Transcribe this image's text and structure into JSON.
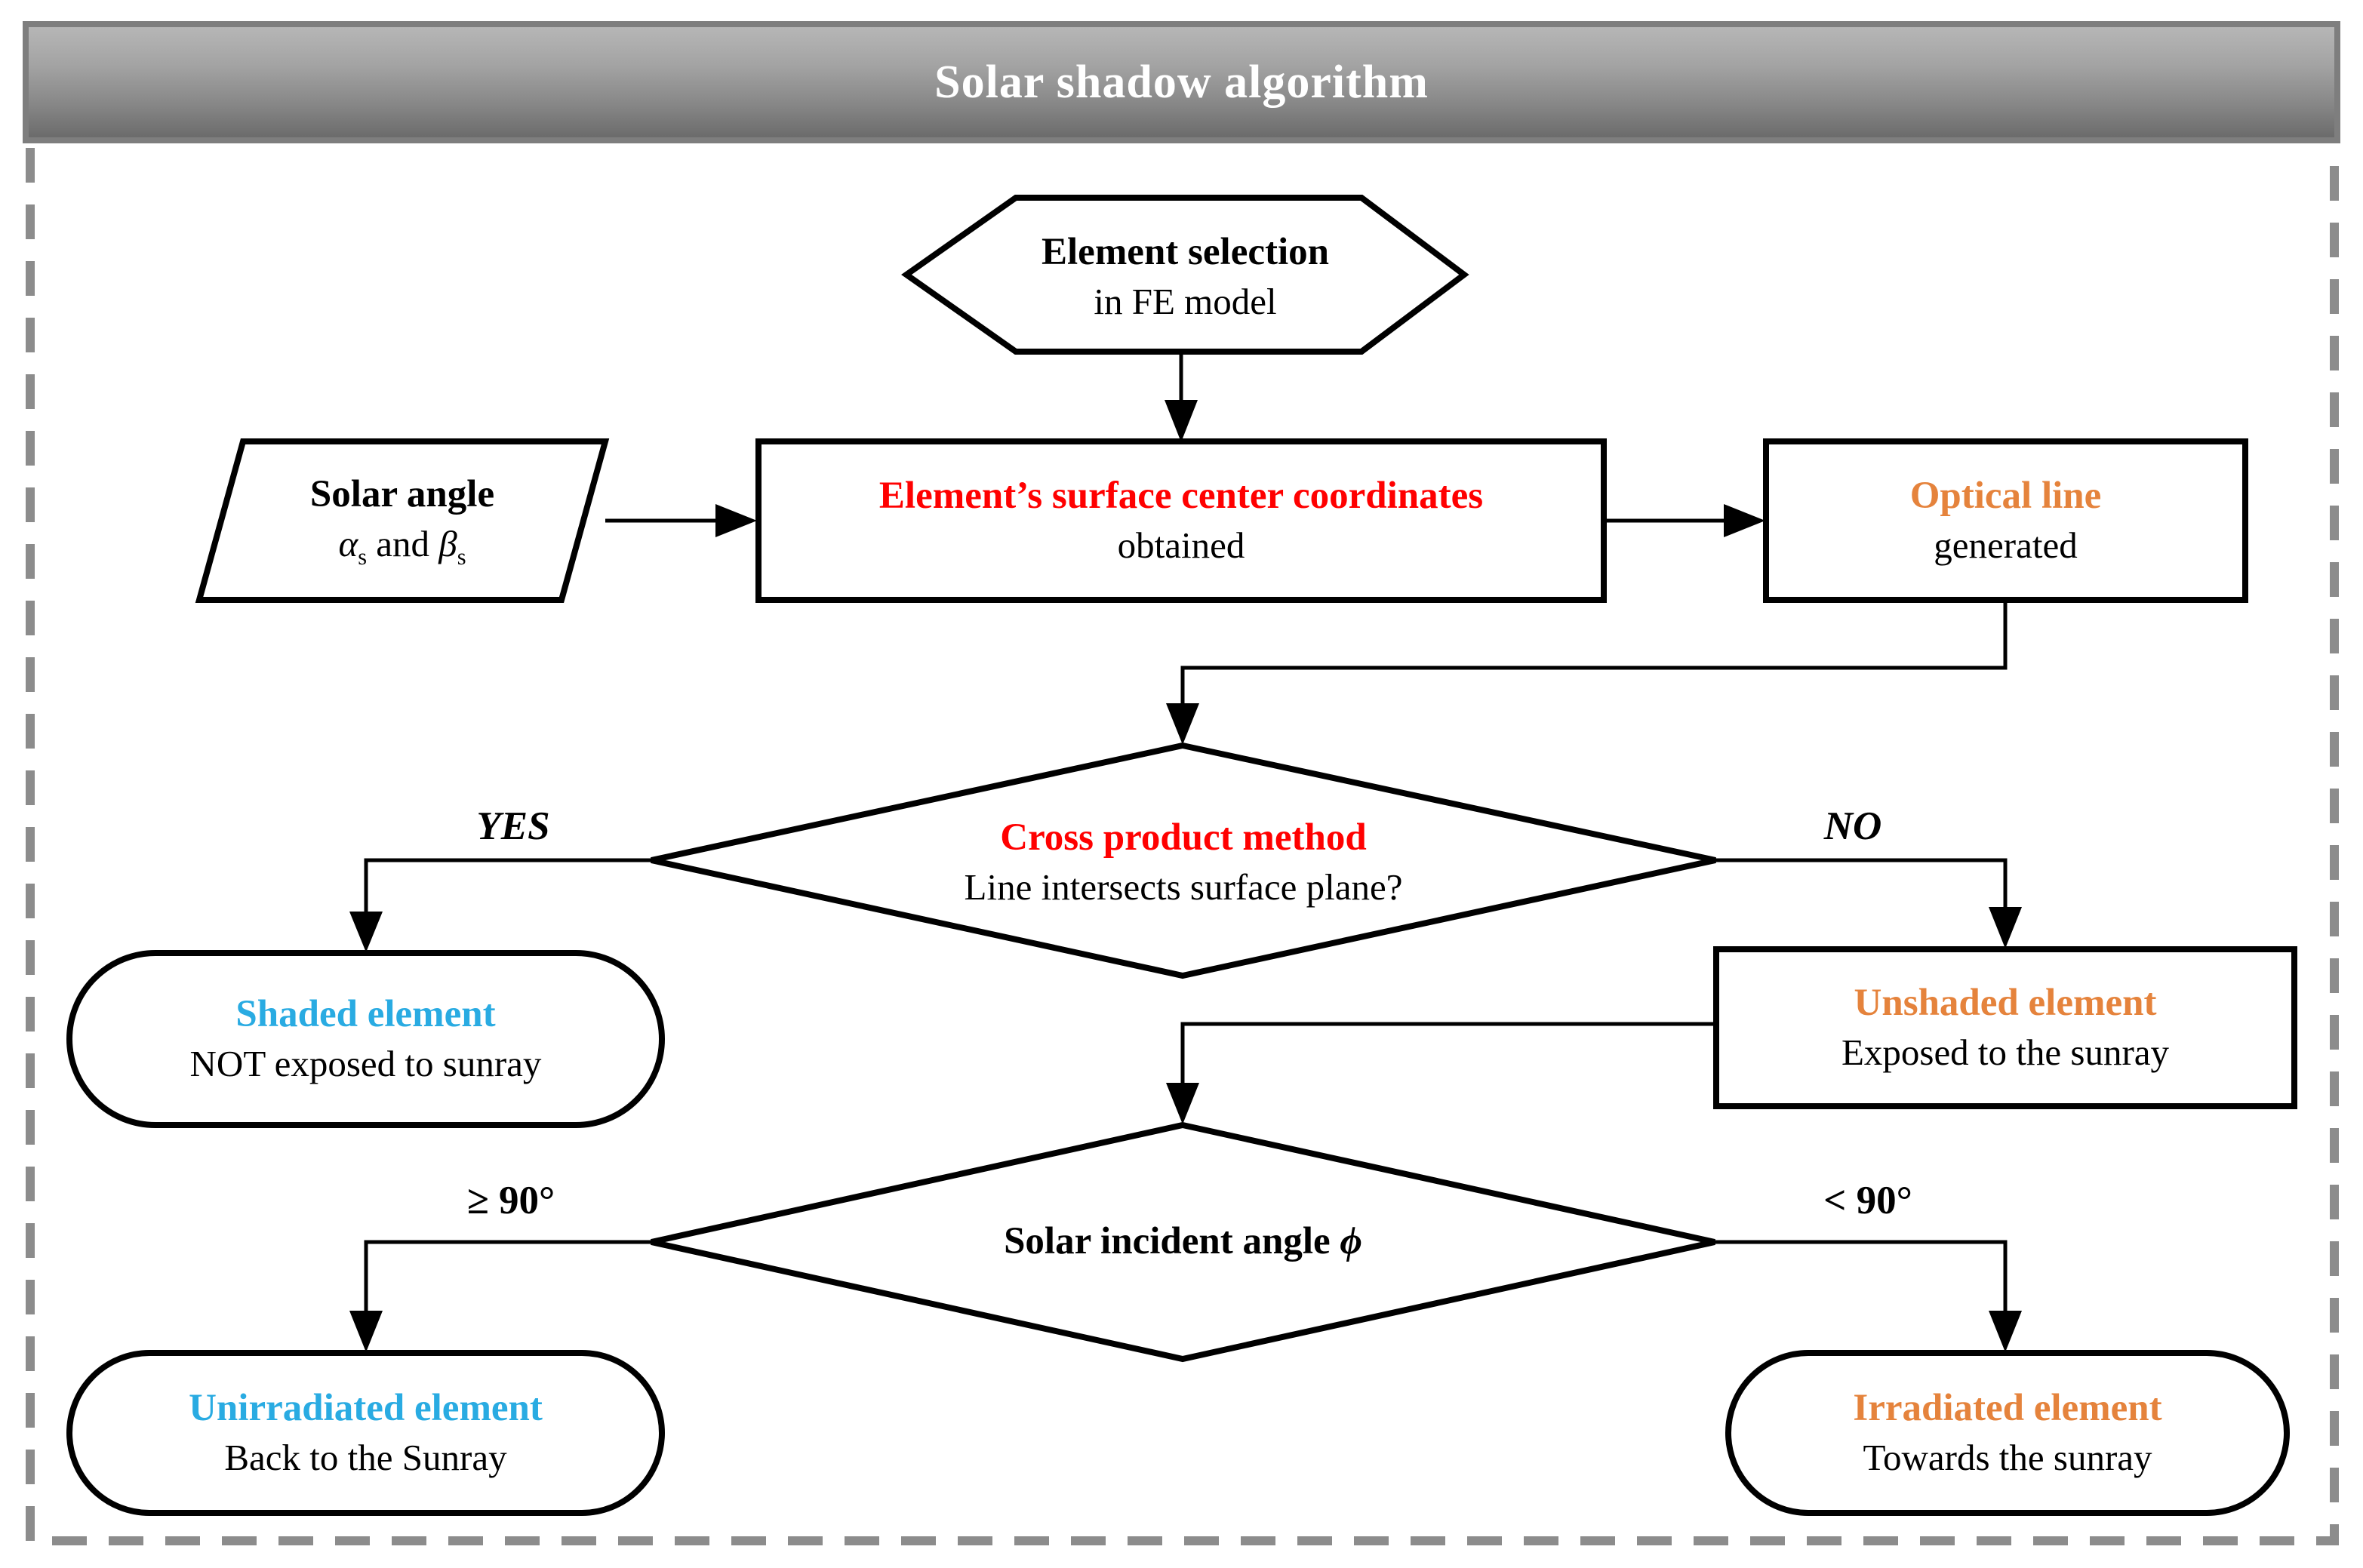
{
  "title": "Solar shadow algorithm",
  "colors": {
    "red": "#FF0000",
    "orange": "#E5833C",
    "cyan": "#29ABE2",
    "title_text": "#FFFFFF",
    "title_bar_gray": "#8A8A8A",
    "dashed_border": "#8C8C8C",
    "line": "#000000"
  },
  "nodes": {
    "element_selection": {
      "line1": "Element selection",
      "line2": "in FE model"
    },
    "solar_angle": {
      "line1": "Solar angle",
      "alpha": "α",
      "sub": "s",
      "mid": " and ",
      "beta": "β"
    },
    "surface_center": {
      "line1": "Element’s surface center coordinates",
      "line2": "obtained"
    },
    "optical_line": {
      "line1": "Optical line",
      "line2": "generated"
    },
    "cross_product": {
      "line1": "Cross product method",
      "line2": "Line intersects surface plane?"
    },
    "shaded": {
      "line1": "Shaded element",
      "line2": "NOT exposed to sunray"
    },
    "unshaded": {
      "line1": "Unshaded element",
      "line2": "Exposed to the sunray"
    },
    "incident_angle": {
      "label": "Solar incident angle ",
      "phi": "ϕ"
    },
    "unirradiated": {
      "line1": "Unirradiated element",
      "line2": "Back to the Sunray"
    },
    "irradiated": {
      "line1": "Irradiated element",
      "line2": "Towards the sunray"
    }
  },
  "edges": {
    "yes": "YES",
    "no": "NO",
    "ge90": "≥ 90°",
    "lt90": "< 90°"
  }
}
